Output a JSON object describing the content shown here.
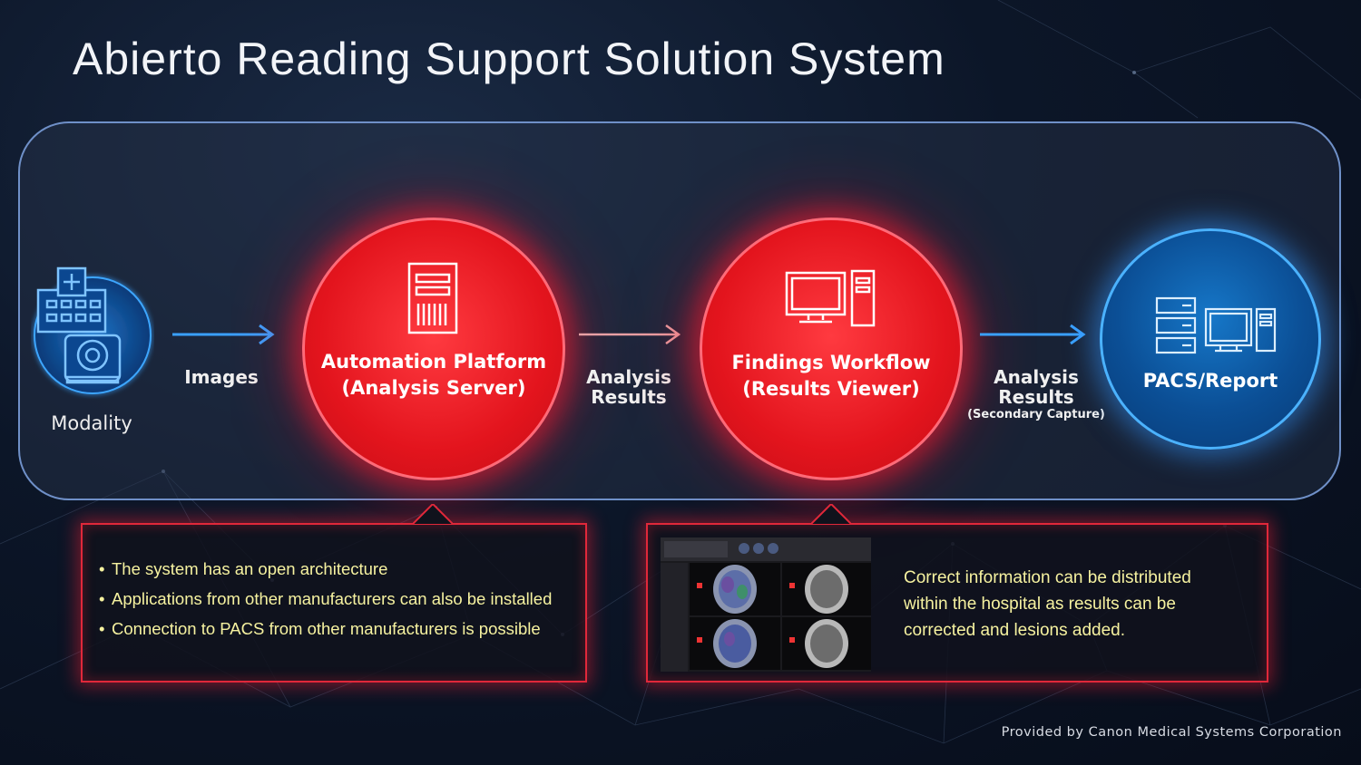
{
  "title": "Abierto Reading Support Solution System",
  "nodes": {
    "modality": "Modality",
    "automation_line1": "Automation Platform",
    "automation_line2": "(Analysis Server)",
    "findings_line1": "Findings Workflow",
    "findings_line2": "(Results Viewer)",
    "pacs": "PACS/Report"
  },
  "edges": {
    "images": "Images",
    "analysis_results_1_line1": "Analysis",
    "analysis_results_1_line2": "Results",
    "analysis_results_2_line1": "Analysis",
    "analysis_results_2_line2": "Results",
    "secondary_capture": "(Secondary Capture)"
  },
  "callout_automation": {
    "bullets": [
      "The system has an open architecture",
      "Applications from other manufacturers can also be installed",
      "Connection to PACS from other manufacturers is possible"
    ]
  },
  "callout_findings": {
    "text_line1": "Correct information can be distributed",
    "text_line2": "within the hospital as results can be",
    "text_line3": "corrected and lesions added."
  },
  "footer": "Provided by Canon Medical Systems Corporation",
  "colors": {
    "accent_red": "#e3141d",
    "accent_blue": "#0b4f96",
    "callout_text": "#f6f2a0",
    "frame_border": "#6f90c8"
  }
}
